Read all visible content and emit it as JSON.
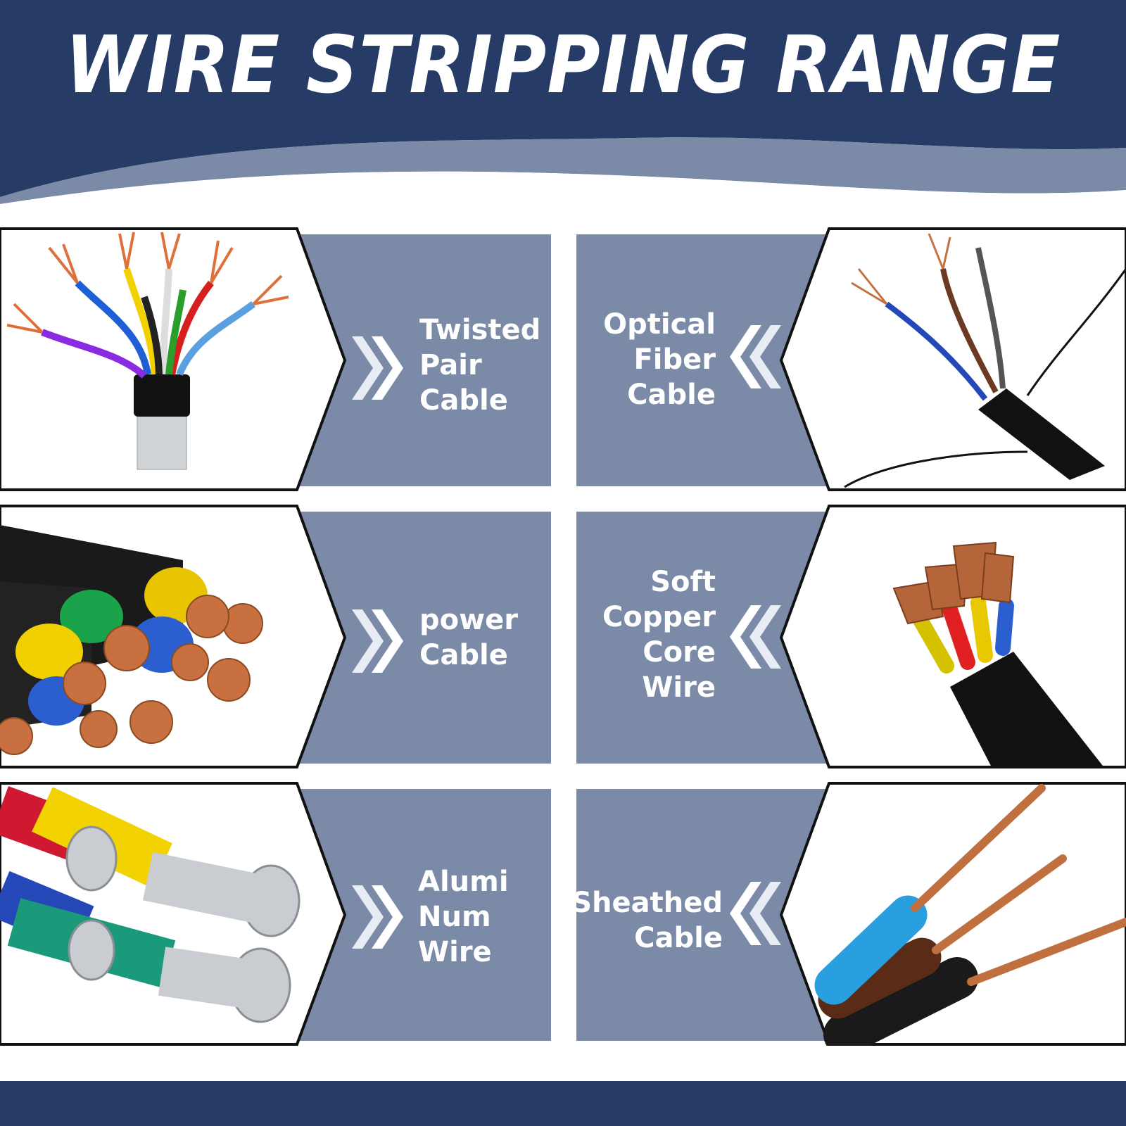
{
  "header": {
    "title": "WIRE STRIPPING RANGE"
  },
  "colors": {
    "navy": "#263c67",
    "slate": "#7b8aa7",
    "light": "#8e9cb8"
  },
  "items": [
    {
      "side": "left",
      "icon": "twisted-pair-cable-photo",
      "lines": [
        "Twisted",
        "Pair",
        "Cable"
      ]
    },
    {
      "side": "right",
      "icon": "optical-fiber-cable-photo",
      "lines": [
        "Optical",
        "Fiber",
        "Cable"
      ]
    },
    {
      "side": "left",
      "icon": "power-cable-photo",
      "lines": [
        "power",
        "Cable"
      ]
    },
    {
      "side": "right",
      "icon": "soft-copper-core-wire-photo",
      "lines": [
        "Soft",
        "Copper",
        "Core",
        "Wire"
      ]
    },
    {
      "side": "left",
      "icon": "aluminum-wire-photo",
      "lines": [
        "Alumi",
        "Num",
        "Wire"
      ]
    },
    {
      "side": "right",
      "icon": "sheathed-cable-photo",
      "lines": [
        "Sheathed",
        "Cable"
      ]
    }
  ]
}
